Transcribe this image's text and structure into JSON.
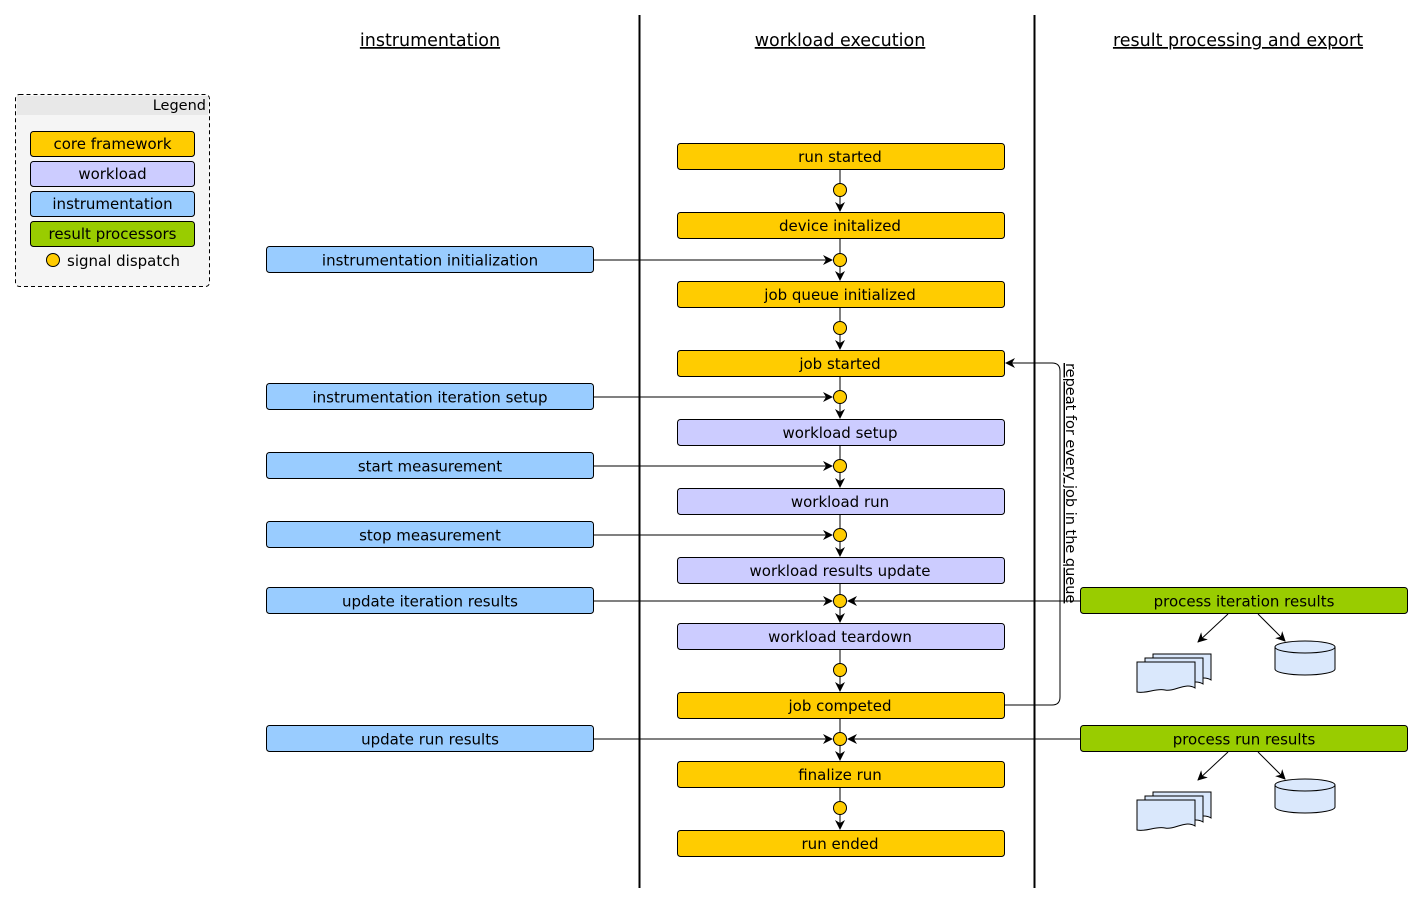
{
  "colors": {
    "core_framework": "#ffcc00",
    "workload": "#ccccff",
    "instrumentation": "#99ccff",
    "result_processors": "#99cc00",
    "signal_dispatch": "#ffcc00",
    "legend_bg": "#f5f5f5",
    "legend_header": "#e8e8e8",
    "doc_fill": "#dae8fc"
  },
  "lanes": {
    "instrumentation": "instrumentation",
    "workload_execution": "workload execution",
    "result_processing": "result processing and export"
  },
  "legend": {
    "title": "Legend",
    "items": [
      {
        "label": "core framework",
        "color": "core_framework"
      },
      {
        "label": "workload",
        "color": "workload"
      },
      {
        "label": "instrumentation",
        "color": "instrumentation"
      },
      {
        "label": "result processors",
        "color": "result_processors"
      }
    ],
    "signal_label": "signal dispatch"
  },
  "workload_steps": [
    {
      "label": "run started",
      "kind": "core_framework"
    },
    {
      "label": "device initalized",
      "kind": "core_framework"
    },
    {
      "label": "job queue initialized",
      "kind": "core_framework"
    },
    {
      "label": "job started",
      "kind": "core_framework"
    },
    {
      "label": "workload setup",
      "kind": "workload"
    },
    {
      "label": "workload run",
      "kind": "workload"
    },
    {
      "label": "workload results update",
      "kind": "workload"
    },
    {
      "label": "workload teardown",
      "kind": "workload"
    },
    {
      "label": "job competed",
      "kind": "core_framework"
    },
    {
      "label": "finalize run",
      "kind": "core_framework"
    },
    {
      "label": "run ended",
      "kind": "core_framework"
    }
  ],
  "instrumentation_steps": [
    {
      "label": "instrumentation initialization",
      "signal": 1
    },
    {
      "label": "instrumentation iteration setup",
      "signal": 3
    },
    {
      "label": "start measurement",
      "signal": 4
    },
    {
      "label": "stop measurement",
      "signal": 5
    },
    {
      "label": "update iteration results",
      "signal": 6
    },
    {
      "label": "update run results",
      "signal": 8
    }
  ],
  "result_steps": [
    {
      "label": "process iteration results",
      "signal": 6
    },
    {
      "label": "process run results",
      "signal": 8
    }
  ],
  "loop_label": "repeat for every job in the queue"
}
